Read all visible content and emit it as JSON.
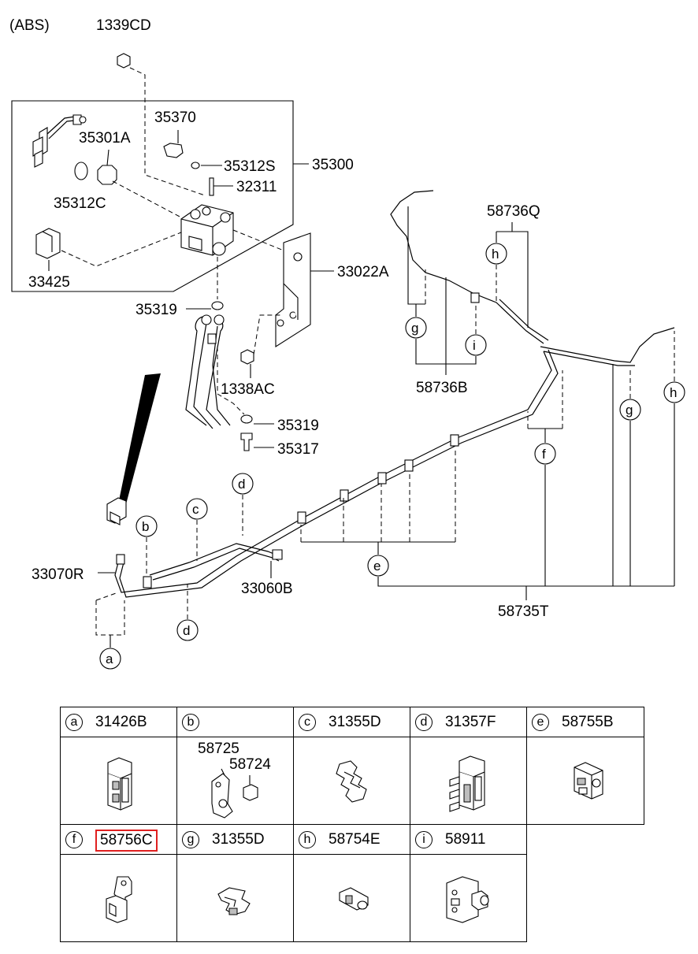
{
  "diagram": {
    "system_label": "(ABS)",
    "parts": {
      "p1339CD": "1339CD",
      "p35370": "35370",
      "p35301A": "35301A",
      "p35312S": "35312S",
      "p35300": "35300",
      "p32311": "32311",
      "p35312C": "35312C",
      "p33425": "33425",
      "p33022A": "33022A",
      "p35319_top": "35319",
      "p1338AC": "1338AC",
      "p35319_bot": "35319",
      "p35317": "35317",
      "p58736Q": "58736Q",
      "p58736B": "58736B",
      "p33070R": "33070R",
      "p33060B": "33060B",
      "p58735T": "58735T"
    },
    "callouts": {
      "a": "a",
      "b": "b",
      "c": "c",
      "d1": "d",
      "d2": "d",
      "e": "e",
      "f": "f",
      "g1": "g",
      "g2": "g",
      "h1": "h",
      "h2": "h",
      "i": "i"
    }
  },
  "legend": {
    "highlight_color": "#e02020",
    "cells": [
      {
        "letter": "a",
        "part": "31426B"
      },
      {
        "letter": "b",
        "part": "",
        "sub_parts": [
          "58725",
          "58724"
        ]
      },
      {
        "letter": "c",
        "part": "31355D"
      },
      {
        "letter": "d",
        "part": "31357F"
      },
      {
        "letter": "e",
        "part": "58755B"
      },
      {
        "letter": "f",
        "part": "58756C",
        "highlighted": true
      },
      {
        "letter": "g",
        "part": "31355D"
      },
      {
        "letter": "h",
        "part": "58754E"
      },
      {
        "letter": "i",
        "part": "58911"
      }
    ]
  }
}
